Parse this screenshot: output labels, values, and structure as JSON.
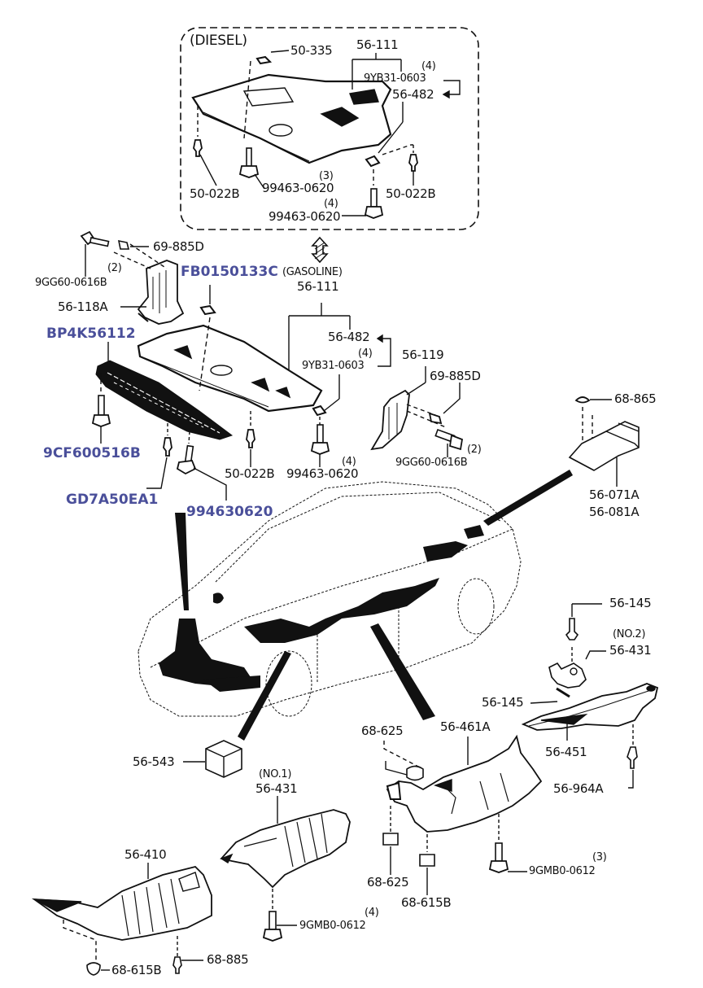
{
  "diagram": {
    "title": "Under cover / heat insulator exploded view",
    "sections": {
      "diesel": {
        "header": "(DIESEL)"
      },
      "gasoline": {
        "header": "(GASOLINE)"
      }
    },
    "labels": {
      "d_50_335": "50-335",
      "d_56_111": "56-111",
      "d_qty4_a": "(4)",
      "d_9yb31": "9YB31-0603",
      "d_56_482": "56-482",
      "d_50_022b_l": "50-022B",
      "d_qty3": "(3)",
      "d_99463_a": "99463-0620",
      "d_50_022b_r": "50-022B",
      "d_qty4_b": "(4)",
      "d_99463_b": "99463-0620",
      "g_69_885d_l": "69-885D",
      "g_qty2_l": "(2)",
      "g_9gg60_l": "9GG60-0616B",
      "g_56_118a": "56-118A",
      "g_56_111": "56-111",
      "g_56_482": "56-482",
      "g_qty4_a": "(4)",
      "g_9yb31": "9YB31-0603",
      "g_56_119": "56-119",
      "g_69_885d_r": "69-885D",
      "g_qty2_r": "(2)",
      "g_9gg60_r": "9GG60-0616B",
      "g_50_022b": "50-022B",
      "g_qty4_b": "(4)",
      "g_99463": "99463-0620",
      "r_68_865": "68-865",
      "r_56_071a": "56-071A",
      "r_56_081a": "56-081A",
      "r_56_145_top": "56-145",
      "r_no2": "(NO.2)",
      "r_56_431": "56-431",
      "r_56_145_mid": "56-145",
      "r_56_451": "56-451",
      "r_56_964a": "56-964A",
      "b_56_543": "56-543",
      "b_no1": "(NO.1)",
      "b_56_431": "56-431",
      "b_56_410": "56-410",
      "b_68_615b_l": "68-615B",
      "b_68_885": "68-885",
      "b_qty4": "(4)",
      "b_9gmb0_l": "9GMB0-0612",
      "b_68_625_top": "68-625",
      "b_56_461a": "56-461A",
      "b_68_625_bot": "68-625",
      "b_68_615b_r": "68-615B",
      "b_qty3": "(3)",
      "b_9gmb0_r": "9GMB0-0612"
    },
    "annotations": {
      "fb0150133c": "FB0150133C",
      "bp4k56112": "BP4K56112",
      "cf600516b": "9CF600516B",
      "gd7a50ea1": "GD7A50EA1",
      "p994630620": "994630620"
    },
    "colors": {
      "ink": "#111111",
      "annotation_blue": "#4a4f9a",
      "background": "#ffffff"
    }
  }
}
